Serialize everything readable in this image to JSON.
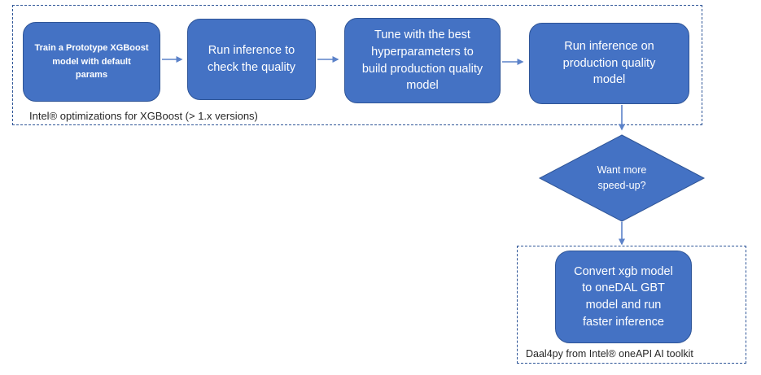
{
  "colors": {
    "shape_fill": "#4472C4",
    "shape_border": "#2F5597",
    "shape_text": "#FFFFFF",
    "connector": "#5B82C9",
    "group_border": "#2E5597",
    "group_label_text": "#262626"
  },
  "groups": {
    "xgboost": {
      "label": "Intel® optimizations for XGBoost (> 1.x versions)",
      "steps": [
        {
          "label": "Train a Prototype XGBoost\nmodel with default\nparams"
        },
        {
          "label": "Run inference to\ncheck the quality"
        },
        {
          "label": "Tune with the best\nhyperparameters to\nbuild production quality\nmodel"
        },
        {
          "label": "Run inference on\nproduction quality\nmodel"
        }
      ]
    },
    "daal4py": {
      "label": "Daal4py from Intel® oneAPI AI toolkit",
      "steps": [
        {
          "label": "Convert xgb model\nto oneDAL GBT\nmodel and run\nfaster inference"
        }
      ]
    }
  },
  "decision": {
    "label": "Want more\nspeed-up?"
  }
}
